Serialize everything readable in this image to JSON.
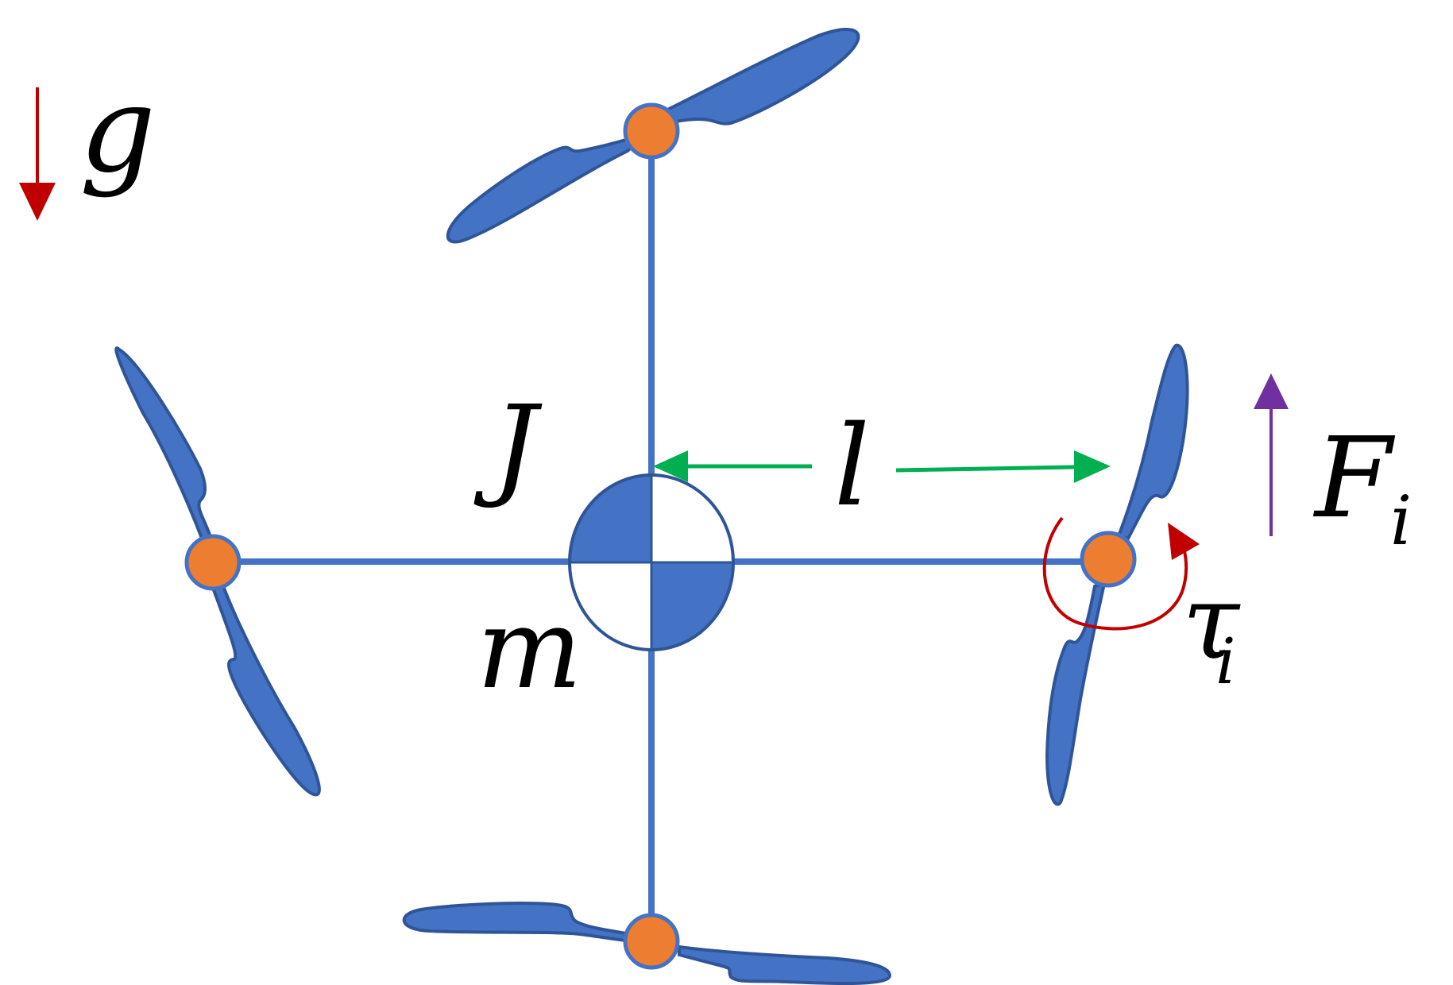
{
  "colors": {
    "frame": "#4472c4",
    "blade": "#4472c4",
    "blade_edge": "#2f5597",
    "motor": "#ed7d31",
    "gravity": "#c00000",
    "torque": "#c00000",
    "arm_length": "#00b050",
    "thrust": "#7030a0",
    "background": "#ffffff"
  },
  "labels": {
    "gravity": "g",
    "inertia": "J",
    "mass": "m",
    "arm_length": "l",
    "thrust": "F",
    "thrust_sub": "i",
    "torque": "τ",
    "torque_sub": "i"
  },
  "motors": [
    "motor-top",
    "motor-left",
    "motor-right",
    "motor-bottom"
  ],
  "icons": {
    "center_of_mass": "center-of-mass-icon",
    "propeller": "propeller-icon"
  }
}
